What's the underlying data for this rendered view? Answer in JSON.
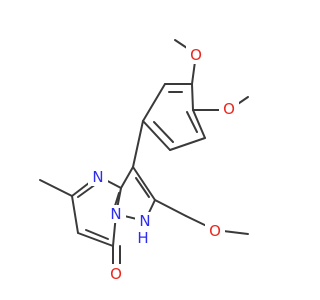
{
  "colors": {
    "background": "#ffffff",
    "bond": "#3a3a3a",
    "oxygen": "#e8281e",
    "nitrogen": "#2d2df0"
  },
  "atoms": {
    "o_top_methoxy": "O",
    "o_right_methoxy": "O",
    "n_pyrimidine": "N",
    "n_bridge": "N",
    "nh": "N",
    "h_nh": "H",
    "o_ether": "O",
    "o_carbonyl": "O"
  }
}
